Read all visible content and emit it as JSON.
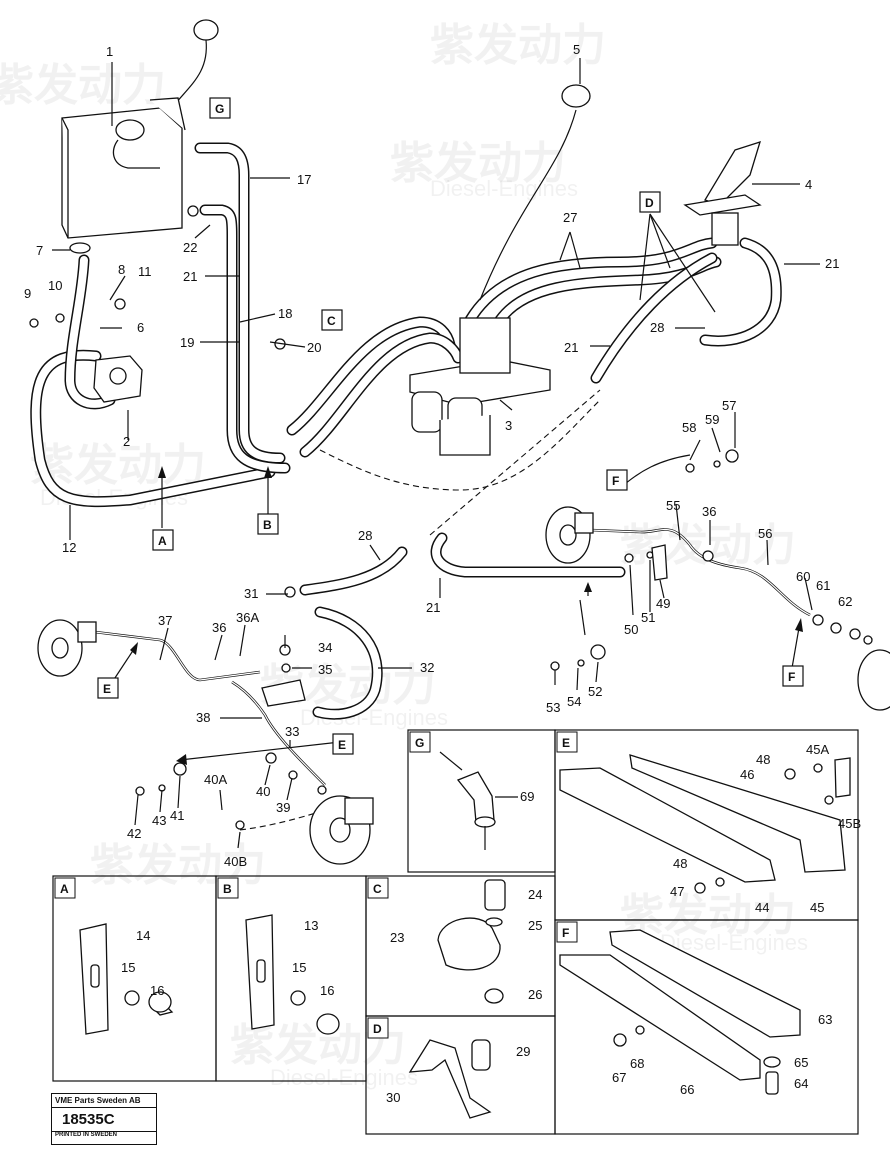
{
  "plate": {
    "company": "VME Parts Sweden AB",
    "number": "18535C",
    "note": "PRINTED IN SWEDEN"
  },
  "watermark": {
    "brand": "紫发动力",
    "sub": "Diesel-Engines"
  },
  "boxes": {
    "A": "A",
    "B": "B",
    "C": "C",
    "D": "D",
    "E": "E",
    "F": "F",
    "G": "G"
  },
  "callouts": {
    "n1": "1",
    "n2": "2",
    "n3": "3",
    "n4": "4",
    "n5": "5",
    "n6": "6",
    "n7": "7",
    "n8": "8",
    "n9": "9",
    "n10": "10",
    "n11": "11",
    "n12": "12",
    "n13": "13",
    "n14": "14",
    "n15": "15",
    "n16": "16",
    "n17": "17",
    "n18": "18",
    "n19": "19",
    "n20": "20",
    "n21": "21",
    "n22": "22",
    "n23": "23",
    "n24": "24",
    "n25": "25",
    "n26": "26",
    "n27": "27",
    "n28": "28",
    "n29": "29",
    "n30": "30",
    "n31": "31",
    "n32": "32",
    "n33": "33",
    "n34": "34",
    "n35": "35",
    "n36": "36",
    "n36A": "36A",
    "n37": "37",
    "n38": "38",
    "n39": "39",
    "n40": "40",
    "n40A": "40A",
    "n40B": "40B",
    "n41": "41",
    "n42": "42",
    "n43": "43",
    "n44": "44",
    "n45": "45",
    "n45A": "45A",
    "n45B": "45B",
    "n46": "46",
    "n47": "47",
    "n48": "48",
    "n49": "49",
    "n50": "50",
    "n51": "51",
    "n52": "52",
    "n53": "53",
    "n54": "54",
    "n55": "55",
    "n56": "56",
    "n57": "57",
    "n58": "58",
    "n59": "59",
    "n60": "60",
    "n61": "61",
    "n62": "62",
    "n63": "63",
    "n64": "64",
    "n65": "65",
    "n66": "66",
    "n67": "67",
    "n68": "68",
    "n69": "69"
  }
}
